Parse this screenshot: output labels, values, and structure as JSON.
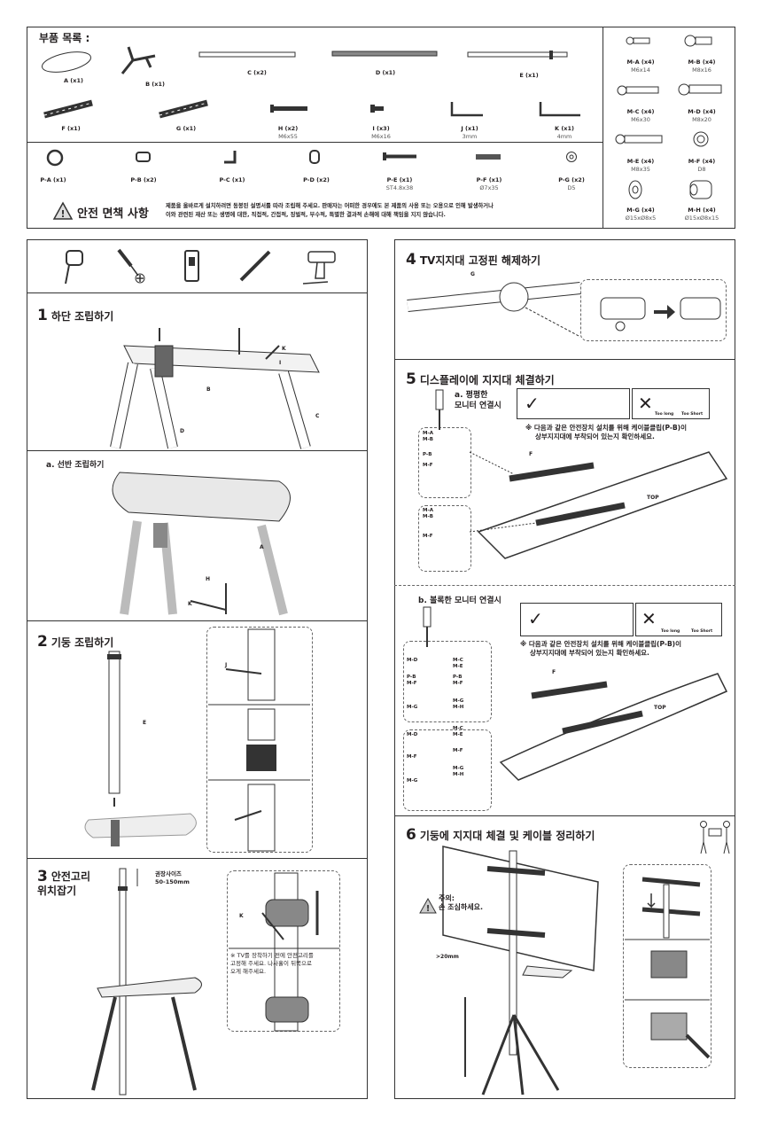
{
  "parts": {
    "title": "부품 목록 :",
    "items": [
      {
        "label": "A (x1)"
      },
      {
        "label": "B (x1)"
      },
      {
        "label": "C (x2)"
      },
      {
        "label": "D (x1)"
      },
      {
        "label": "E (x1)"
      },
      {
        "label": "F (x1)"
      },
      {
        "label": "G (x1)"
      },
      {
        "label": "H (x2)",
        "spec": "M6x55"
      },
      {
        "label": "I (x3)",
        "spec": "M6x16"
      },
      {
        "label": "J (x1)",
        "spec": "3mm"
      },
      {
        "label": "K (x1)",
        "spec": "4mm"
      }
    ],
    "pack": [
      {
        "label": "P-A (x1)"
      },
      {
        "label": "P-B (x2)"
      },
      {
        "label": "P-C (x1)"
      },
      {
        "label": "P-D (x2)"
      },
      {
        "label": "P-E (x1)",
        "spec": "ST4.8x38"
      },
      {
        "label": "P-F (x1)",
        "spec": "Ø7x35"
      },
      {
        "label": "P-G (x2)",
        "spec": "D5"
      }
    ],
    "hardware": [
      {
        "label": "M-A (x4)",
        "spec": "M6x14"
      },
      {
        "label": "M-B (x4)",
        "spec": "M8x16"
      },
      {
        "label": "M-C (x4)",
        "spec": "M6x30"
      },
      {
        "label": "M-D (x4)",
        "spec": "M8x20"
      },
      {
        "label": "M-E (x4)",
        "spec": "M8x35"
      },
      {
        "label": "M-F (x4)",
        "spec": "D8"
      },
      {
        "label": "M-G (x4)",
        "spec": "Ø15xØ8x5"
      },
      {
        "label": "M-H (x4)",
        "spec": "Ø15xØ8x15"
      }
    ]
  },
  "disclaimer": {
    "title": "안전 면책 사항",
    "line1": "제품을 올바르게 설치하려면 동봉된 설명서를 따라 조립해 주세요. 판매자는 어떠한 경우에도 본 제품의 사용 또는 오용으로 인해 발생하거나",
    "line2": "이와 관련된 재산 또는 생명에 대한, 직접적, 간접적, 징벌적, 부수적, 특별한 결과적 손해에 대해 책임을 지지 않습니다."
  },
  "steps": {
    "s1": {
      "num": "1",
      "title": "하단 조립하기",
      "labels": [
        "K",
        "I",
        "B",
        "C",
        "D"
      ],
      "sub": "a. 선반 조립하기",
      "sub_labels": [
        "A",
        "H",
        "K"
      ]
    },
    "s2": {
      "num": "2",
      "title": "기둥 조립하기",
      "labels": [
        "E",
        "J"
      ]
    },
    "s3": {
      "num": "3",
      "title1": "안전고리",
      "title2": "위치잡기",
      "size_label": "권장사이즈",
      "size_value": "50-150mm",
      "k": "K",
      "note1": "※ TV를 장착하기 전에 안전고리를",
      "note2": "고정해 주세요. 나사홀이 뒤쪽으로",
      "note3": "오게 해주세요."
    },
    "s4": {
      "num": "4",
      "title": "TV지지대 고정핀 해제하기",
      "label": "G"
    },
    "s5": {
      "num": "5",
      "title": "디스플레이에 지지대 체결하기",
      "a_title1": "a. 평평한",
      "a_title2": "모니터 연결시",
      "b_title": "b. 볼록한 모니터 연결시",
      "too_long": "Too long",
      "too_short": "Too Short",
      "note1": "※ 다음과 같은 안전장치 설치를 위해 케이블클립(P-B)이",
      "note2": "상부지지대에 부착되어 있는지 확인하세요.",
      "a_labels": [
        "M-A",
        "M-B",
        "P-B",
        "M-F",
        "M-A",
        "M-B",
        "M-F"
      ],
      "b_labels": [
        "M-D",
        "P-B",
        "M-F",
        "M-G",
        "M-C",
        "M-E",
        "P-B",
        "M-F",
        "M-G",
        "M-H",
        "M-D",
        "M-F",
        "M-G",
        "M-C",
        "M-E",
        "M-F",
        "M-G",
        "M-H"
      ],
      "f": "F",
      "top": "TOP"
    },
    "s6": {
      "num": "6",
      "title": "기둥에 지지대 체결 및 케이블 정리하기",
      "caution1": "주의:",
      "caution2": "손 조심하세요.",
      "gap": ">20mm"
    }
  }
}
